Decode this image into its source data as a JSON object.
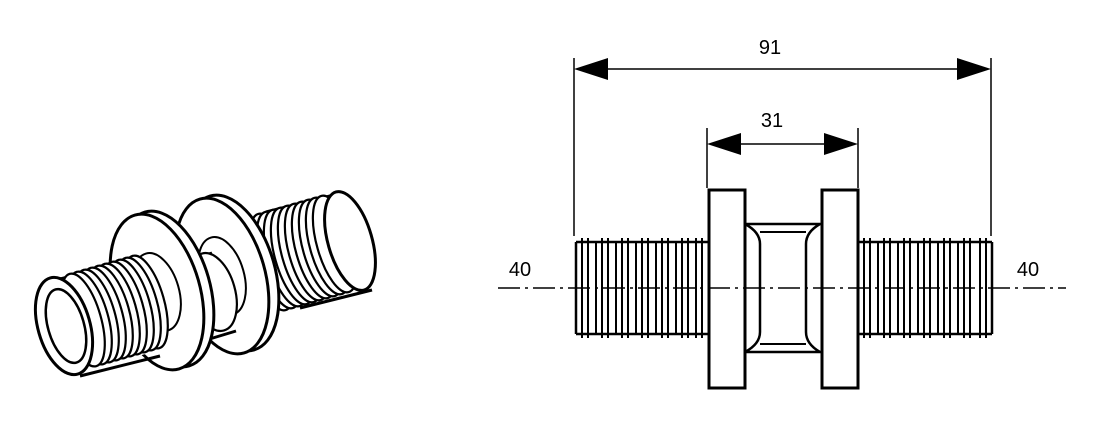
{
  "dimensions": {
    "overall_length": "91",
    "center_width": "31",
    "left_diameter": "40",
    "right_diameter": "40"
  },
  "colors": {
    "ink": "#000000",
    "background": "#ffffff"
  }
}
